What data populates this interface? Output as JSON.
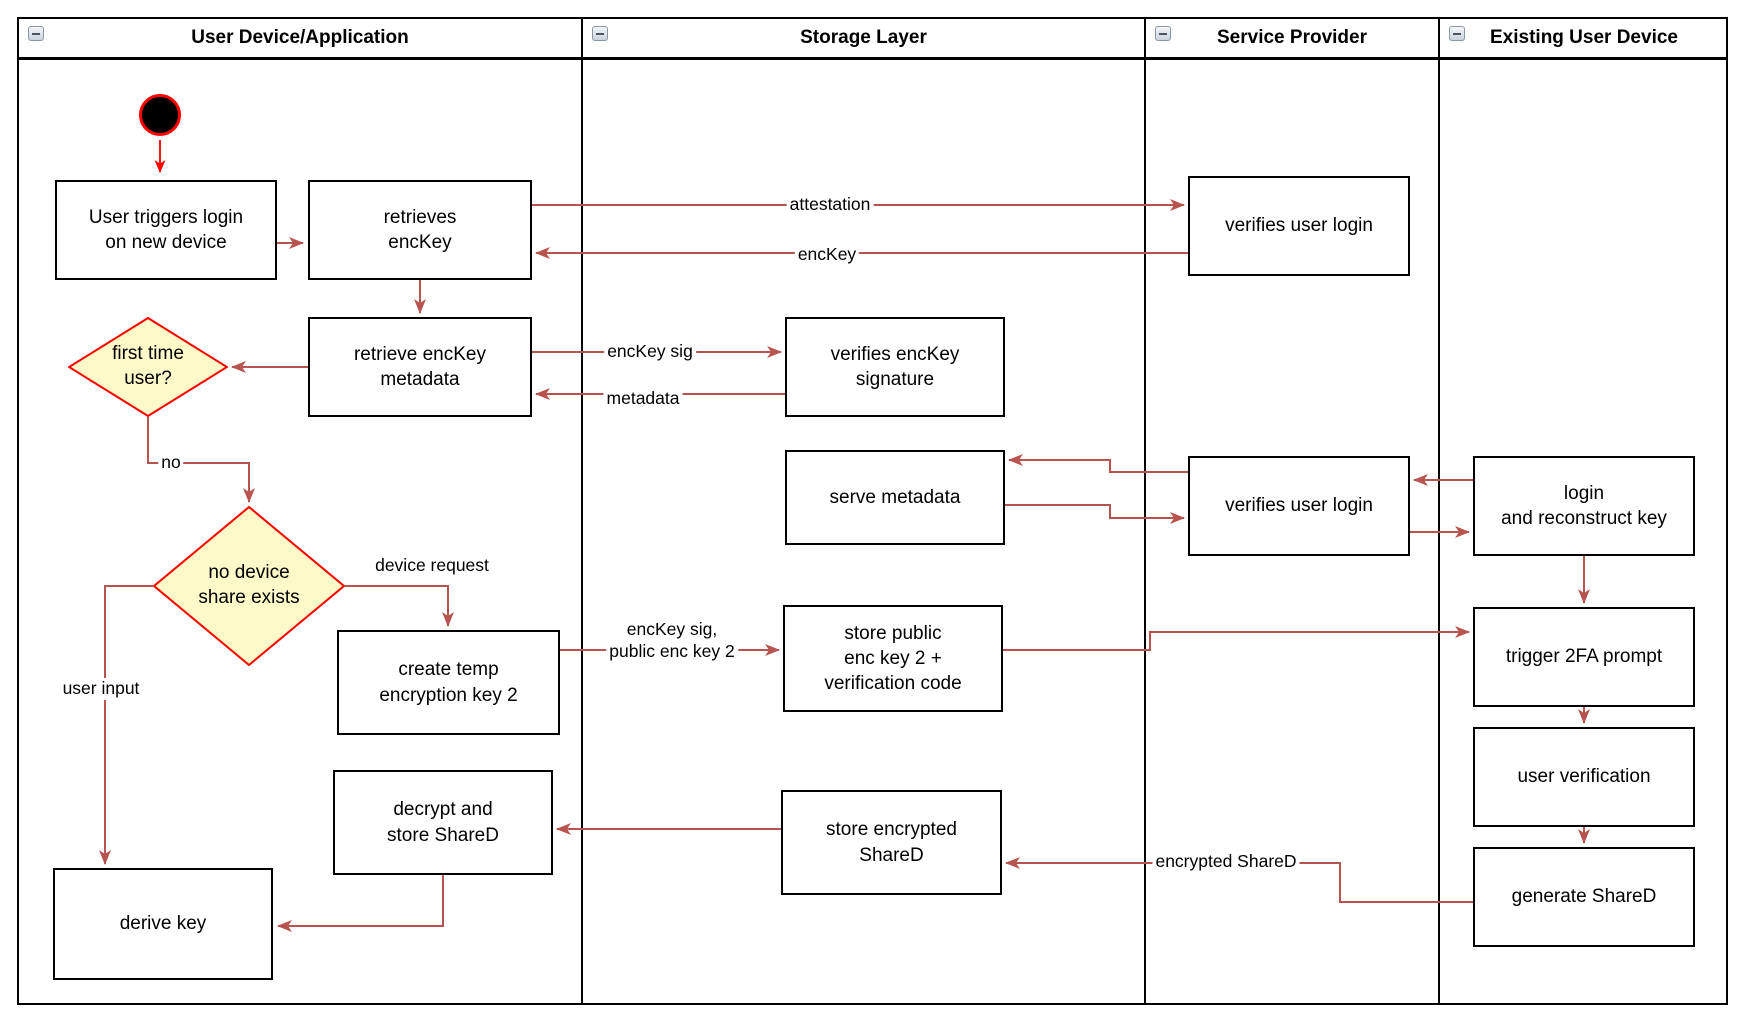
{
  "diagram_type": "swimlane-activity-diagram",
  "colors": {
    "connector": "#B85450",
    "start_arrow": "#FF0000",
    "diamond_fill": "#FDF9C8",
    "diamond_border": "#FF0000",
    "box_border": "#000000",
    "box_fill": "#FFFFFF",
    "lane_border": "#000000"
  },
  "lanes": [
    {
      "title": "User Device/Application"
    },
    {
      "title": "Storage Layer"
    },
    {
      "title": "Service Provider"
    },
    {
      "title": "Existing User Device"
    }
  ],
  "nodes": {
    "user_triggers": {
      "label": "User triggers login\non new device"
    },
    "retrieves_enckey": {
      "label": "retrieves\nencKey"
    },
    "retrieve_metadata": {
      "label": "retrieve encKey\nmetadata"
    },
    "first_time_user": {
      "label": "first time\nuser?"
    },
    "no_device_share": {
      "label": "no device\nshare exists"
    },
    "create_temp_key": {
      "label": "create temp\nencryption key 2"
    },
    "decrypt_store_shared": {
      "label": "decrypt and\nstore ShareD"
    },
    "derive_key": {
      "label": "derive key"
    },
    "verifies_enckey_signature": {
      "label": "verifies encKey\nsignature"
    },
    "serve_metadata": {
      "label": "serve metadata"
    },
    "store_public_key": {
      "label": "store public\nenc key 2 +\nverification code"
    },
    "store_encrypted_shared": {
      "label": "store encrypted\nShareD"
    },
    "verifies_user_login_1": {
      "label": "verifies user login"
    },
    "verifies_user_login_2": {
      "label": "verifies user login"
    },
    "login_reconstruct": {
      "label": "login\nand reconstruct key"
    },
    "trigger_2fa": {
      "label": "trigger 2FA prompt"
    },
    "user_verification": {
      "label": "user verification"
    },
    "generate_shared": {
      "label": "generate ShareD"
    }
  },
  "edge_labels": {
    "attestation": "attestation",
    "enckey": "encKey",
    "enckey_sig": "encKey sig",
    "metadata": "metadata",
    "no": "no",
    "device_request": "device request",
    "enckey_sig_public": "encKey sig,\npublic enc key 2",
    "user_input": "user input",
    "encrypted_shared": "encrypted ShareD"
  }
}
